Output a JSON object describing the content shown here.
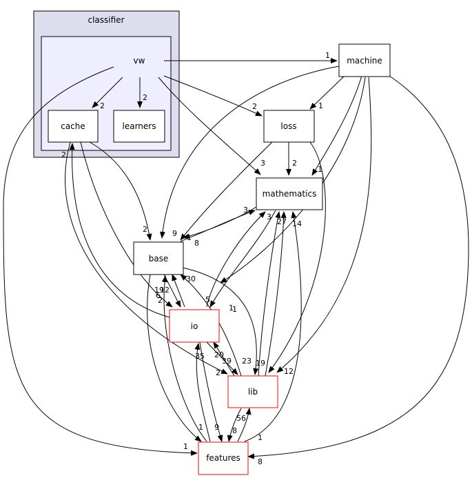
{
  "clusters": {
    "outer_label": "classifier",
    "inner_label": "vw"
  },
  "nodes": {
    "vw": "vw",
    "cache": "cache",
    "learners": "learners",
    "machine": "machine",
    "loss": "loss",
    "mathematics": "mathematics",
    "base": "base",
    "io": "io",
    "lib": "lib",
    "features": "features"
  },
  "edge_labels": {
    "vw_machine": "1",
    "vw_cache": "2",
    "vw_learners": "2",
    "vw_loss": "2",
    "vw_mathematics": "3",
    "vw_features": "1",
    "machine_loss": "1",
    "machine_mathematics": "1",
    "machine_base": "9",
    "machine_io": "1",
    "machine_lib": "12",
    "machine_features": "8",
    "loss_mathematics": "2",
    "loss_base": "1",
    "cache_base": "2",
    "cache_io": "2",
    "cache_lib": "2",
    "math_base": "8",
    "base_math": "3",
    "io_math": "3",
    "io_base": "12",
    "io_lib": "39",
    "io_features": "9",
    "io_cache": "2",
    "lib_math": "27",
    "lib_base": "30",
    "lib_io": "20",
    "lib_features": "8",
    "features_math": "14",
    "features_base": "19",
    "features_io": "35",
    "features_lib": "56",
    "lib_extra": "19",
    "io_extra": "6",
    "base_io": "5",
    "base_lib": "23",
    "lib_features_one": "1",
    "base_features": "1",
    "lib_io_one": "1"
  },
  "colors": {
    "cluster_outer_fill": "#ddddee",
    "cluster_inner_fill": "#eeeeff",
    "node_red_border": "#ff0000",
    "edge": "#000000"
  }
}
